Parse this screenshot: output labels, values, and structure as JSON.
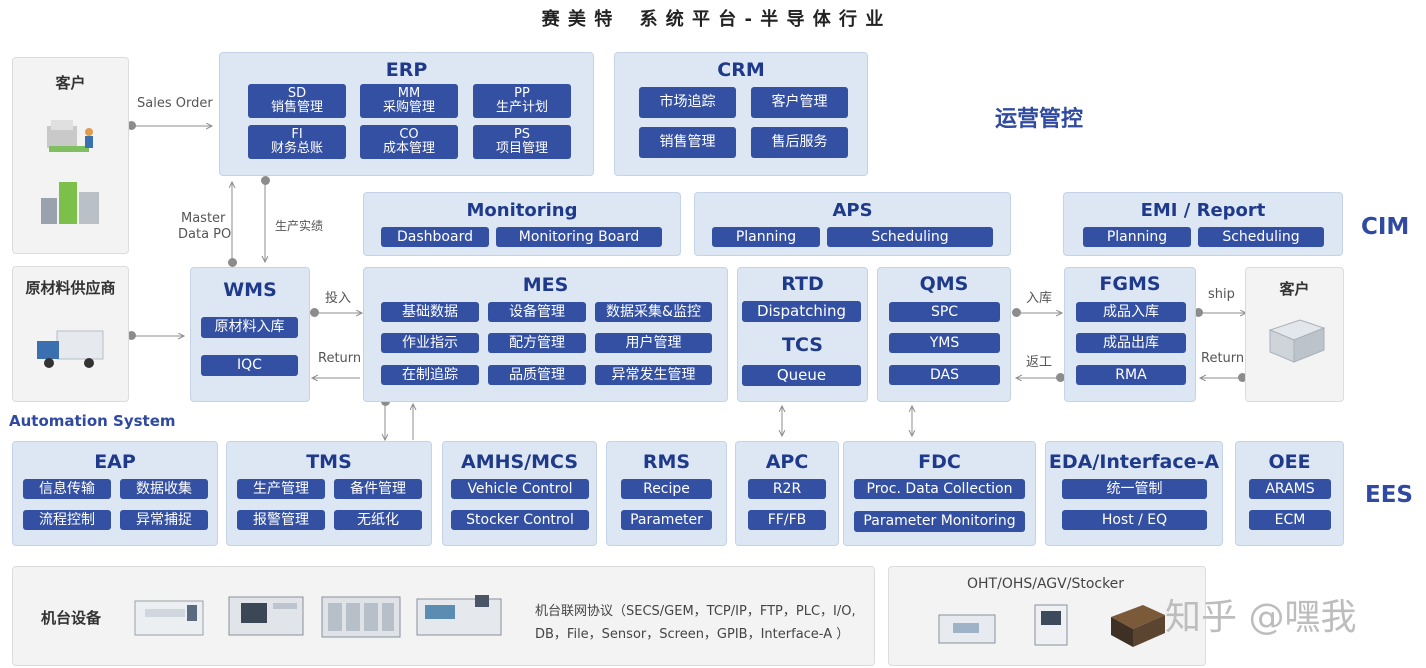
{
  "header": {
    "title": "赛 美 特　 系 统 平 台 - 半 导 体 行 业"
  },
  "layers": {
    "ops": "运营管控",
    "cim": "CIM",
    "ees": "EES",
    "automation": "Automation  System"
  },
  "customer_left": {
    "title": "客户"
  },
  "supplier": {
    "title": "原材料供应商"
  },
  "customer_right": {
    "title": "客户"
  },
  "erp": {
    "title": "ERP",
    "items": [
      {
        "code": "SD",
        "name": "销售管理"
      },
      {
        "code": "MM",
        "name": "采购管理"
      },
      {
        "code": "PP",
        "name": "生产计划"
      },
      {
        "code": "FI",
        "name": "财务总账"
      },
      {
        "code": "CO",
        "name": "成本管理"
      },
      {
        "code": "PS",
        "name": "项目管理"
      }
    ]
  },
  "crm": {
    "title": "CRM",
    "items": [
      "市场追踪",
      "客户管理",
      "销售管理",
      "售后服务"
    ]
  },
  "monitoring": {
    "title": "Monitoring",
    "items": [
      "Dashboard",
      "Monitoring Board"
    ]
  },
  "aps": {
    "title": "APS",
    "items": [
      "Planning",
      "Scheduling"
    ]
  },
  "emi": {
    "title": "EMI / Report",
    "items": [
      "Planning",
      "Scheduling"
    ]
  },
  "wms": {
    "title": "WMS",
    "items": [
      "原材料入库",
      "IQC"
    ]
  },
  "mes": {
    "title": "MES",
    "items": [
      "基础数据",
      "设备管理",
      "数据采集&监控",
      "作业指示",
      "配方管理",
      "用户管理",
      "在制追踪",
      "品质管理",
      "异常发生管理"
    ]
  },
  "rtd": {
    "title": "RTD",
    "items": [
      "Dispatching"
    ]
  },
  "tcs": {
    "title": "TCS",
    "items": [
      "Queue"
    ]
  },
  "qms": {
    "title": "QMS",
    "items": [
      "SPC",
      "YMS",
      "DAS"
    ]
  },
  "fgms": {
    "title": "FGMS",
    "items": [
      "成品入库",
      "成品出库",
      "RMA"
    ]
  },
  "eap": {
    "title": "EAP",
    "items": [
      "信息传输",
      "数据收集",
      "流程控制",
      "异常捕捉"
    ]
  },
  "tms": {
    "title": "TMS",
    "items": [
      "生产管理",
      "备件管理",
      "报警管理",
      "无纸化"
    ]
  },
  "amhs": {
    "title": "AMHS/MCS",
    "items": [
      "Vehicle Control",
      "Stocker Control"
    ]
  },
  "rms": {
    "title": "RMS",
    "items": [
      "Recipe",
      "Parameter"
    ]
  },
  "apc": {
    "title": "APC",
    "items": [
      "R2R",
      "FF/FB"
    ]
  },
  "fdc": {
    "title": "FDC",
    "items": [
      "Proc. Data  Collection",
      "Parameter  Monitoring"
    ]
  },
  "eda": {
    "title": "EDA/Interface-A",
    "items": [
      "统一管制",
      "Host / EQ"
    ]
  },
  "oee": {
    "title": "OEE",
    "items": [
      "ARAMS",
      "ECM"
    ]
  },
  "flows": {
    "sales_order": "Sales Order",
    "master_data_1": "Master",
    "master_data_2": "Data PO",
    "production_report": "生产实绩",
    "input": "投入",
    "return_left": "Return",
    "warehouse_in": "入库",
    "rework": "返工",
    "ship": "ship",
    "return_right": "Return"
  },
  "equipment": {
    "title": "机台设备",
    "protocol_1": "机台联网协议（SECS/GEM，TCP/IP，FTP，PLC，I/O,",
    "protocol_2": "DB，File，Sensor，Screen，GPIB，Interface-A ）"
  },
  "transport": {
    "title": "OHT/OHS/AGV/Stocker"
  },
  "watermark": "知乎 @嘿我",
  "colors": {
    "panel": "#dde7f4",
    "pill": "#3450a3",
    "title": "#1f3a8a"
  }
}
